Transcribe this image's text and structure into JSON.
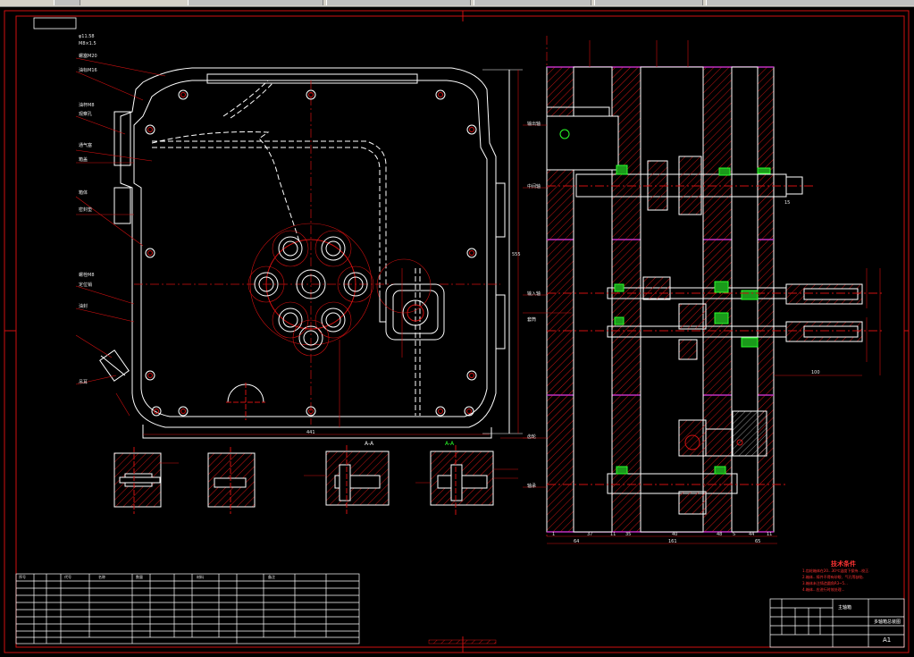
{
  "window": {
    "toolbar_buttons": 6
  },
  "drawing": {
    "section_title_left": "A-A",
    "section_title_right": "A-A",
    "sheet_size": "A1",
    "technical_requirements_title": "技术条件",
    "technical_requirements_lines": [
      "1.齿轮箱体在20...30℃温度下保持...校正.",
      "2.箱体...铸件不得有砂眼、气孔等缺陷.",
      "3.箱体未注铸造圆角R3~5...",
      "4.箱体...应进行时效处理..."
    ],
    "dims_right_view": [
      "1",
      "37",
      "11",
      "35",
      "40",
      "48",
      "5",
      "44",
      "11"
    ],
    "dims_right_view_total": [
      "64",
      "161",
      "65"
    ],
    "dim_vertical_left": "555",
    "dim_bottom": "441",
    "dim_right_small": [
      "100",
      "15"
    ],
    "leader_labels_left": [
      "φ11.58",
      "M8×1.5",
      "螺塞M20",
      "油标M16",
      "油杯M8",
      "观察孔",
      "通气塞",
      "箱盖",
      "箱体",
      "密封垫",
      "螺栓M8",
      "定位销",
      "油封",
      "吊耳"
    ],
    "leader_labels_right": [
      "输出轴",
      "中间轴",
      "输入轴",
      "齿轮",
      "轴承",
      "套筒"
    ],
    "title_block": {
      "company": "主轴箱",
      "drawing_name": "多轴箱总装图",
      "sheet": "A1"
    },
    "bom_header": [
      "序号",
      "代号",
      "名称",
      "数量",
      "材料",
      "备注"
    ],
    "bom_rows_count": 9
  }
}
